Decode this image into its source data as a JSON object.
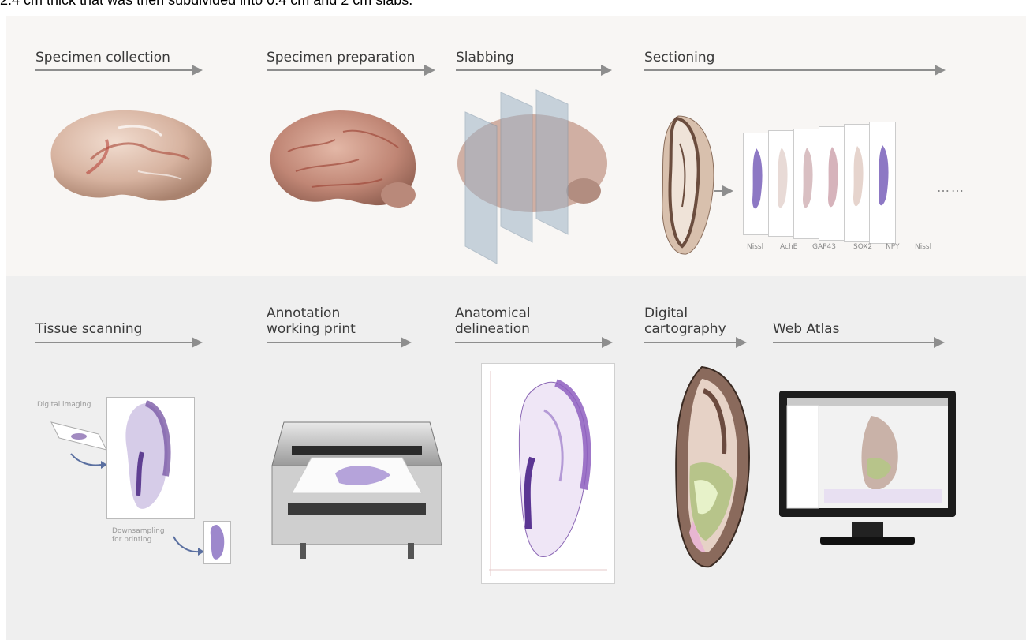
{
  "caption": "2.4 cm thick that was then subdivided into 0.4 cm and 2 cm slabs.",
  "top_row": {
    "steps": [
      {
        "label": "Specimen collection"
      },
      {
        "label": "Specimen preparation"
      },
      {
        "label": "Slabbing"
      },
      {
        "label": "Sectioning"
      }
    ],
    "stains": [
      "Nissl",
      "AchE",
      "GAP43",
      "SOX2",
      "NPY",
      "Nissl"
    ],
    "ellipsis": "……"
  },
  "bottom_row": {
    "steps": [
      {
        "line1": "Tissue scanning",
        "line2": ""
      },
      {
        "line1": "Annotation",
        "line2": "working print"
      },
      {
        "line1": "Anatomical",
        "line2": "delineation"
      },
      {
        "line1": "Digital",
        "line2": "cartography"
      },
      {
        "line1": "Web Atlas",
        "line2": ""
      }
    ],
    "notes": {
      "digital_imaging": "Digital imaging",
      "downsampling_1": "Downsampling",
      "downsampling_2": "for printing"
    }
  },
  "colors": {
    "arrow": "#8e8e8e",
    "tissue_pink": "#d9b8a8",
    "nissl_purple": "#7b5aa6",
    "panel_top": "#f8f6f4",
    "panel_bottom": "#efefef"
  }
}
